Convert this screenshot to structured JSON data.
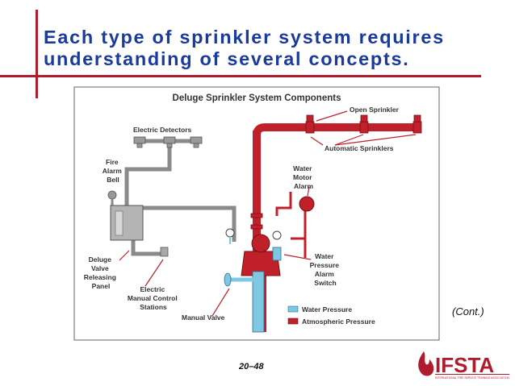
{
  "slide": {
    "title_line1": "Each type of sprinkler system requires",
    "title_line2": "understanding of several concepts.",
    "cont": "(Cont.)",
    "page_number": "20–48"
  },
  "diagram": {
    "heading": "Deluge Sprinkler System Components",
    "labels": {
      "open_sprinkler": "Open Sprinkler",
      "automatic_sprinklers": "Automatic Sprinklers",
      "electric_detectors": "Electric Detectors",
      "fire_alarm_bell": [
        "Fire",
        "Alarm",
        "Bell"
      ],
      "water_motor_alarm": [
        "Water",
        "Motor",
        "Alarm"
      ],
      "deluge_panel": [
        "Deluge",
        "Valve",
        "Releasing",
        "Panel"
      ],
      "manual_stations": [
        "Electric",
        "Manual Control",
        "Stations"
      ],
      "pressure_switch": [
        "Water",
        "Pressure",
        "Alarm",
        "Switch"
      ],
      "manual_valve": "Manual Valve"
    },
    "legend": [
      {
        "label": "Water Pressure",
        "color": "#7ec8e3"
      },
      {
        "label": "Atmospheric Pressure",
        "color": "#c0202a"
      }
    ]
  },
  "logo": {
    "text": "IFSTA",
    "tagline": "INTERNATIONAL FIRE SERVICE TRAINING ASSOCIATION",
    "color": "#b01c2e"
  }
}
